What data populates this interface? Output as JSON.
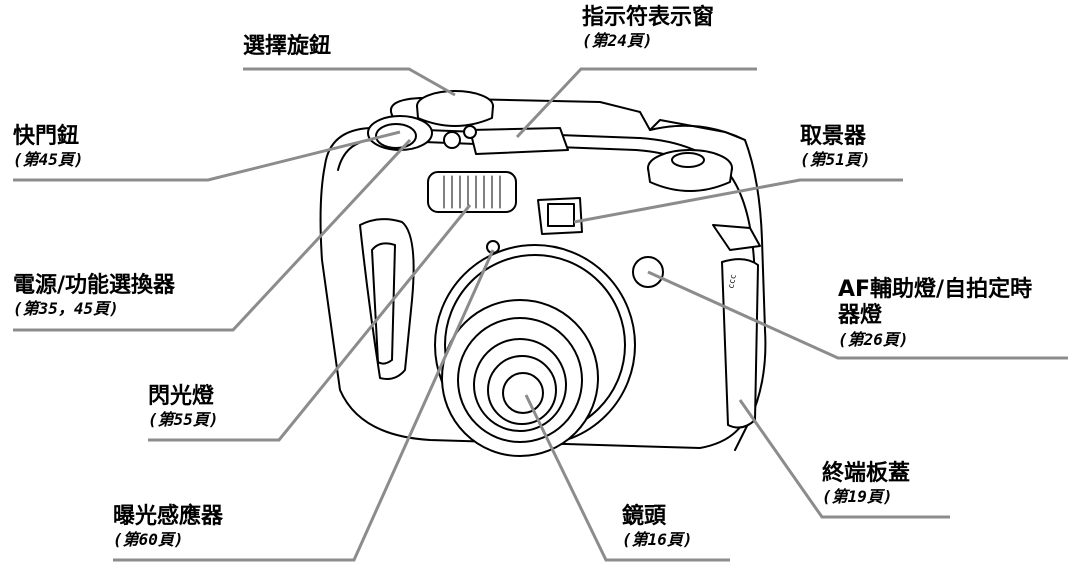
{
  "labels": {
    "dial": {
      "title": "選擇旋鈕"
    },
    "indicator": {
      "title": "指示符表示窗",
      "page": "(第24頁)"
    },
    "shutter": {
      "title": "快門鈕",
      "page": "(第45頁)"
    },
    "viewfinder": {
      "title": "取景器",
      "page": "(第51頁)"
    },
    "power": {
      "title": "電源/功能選換器",
      "page": "(第35，45頁)"
    },
    "af": {
      "title_line1": "AF輔助燈/自拍定時",
      "title_line2": "器燈",
      "page": "(第26頁)"
    },
    "flash": {
      "title": "閃光燈",
      "page": "(第55頁)"
    },
    "terminal": {
      "title": "終端板蓋",
      "page": "(第19頁)"
    },
    "exposure": {
      "title": "曝光感應器",
      "page": "(第60頁)"
    },
    "lens": {
      "title": "鏡頭",
      "page": "(第16頁)"
    }
  },
  "colors": {
    "leader": "#8c8c8c",
    "outline": "#000000",
    "background": "#ffffff"
  }
}
